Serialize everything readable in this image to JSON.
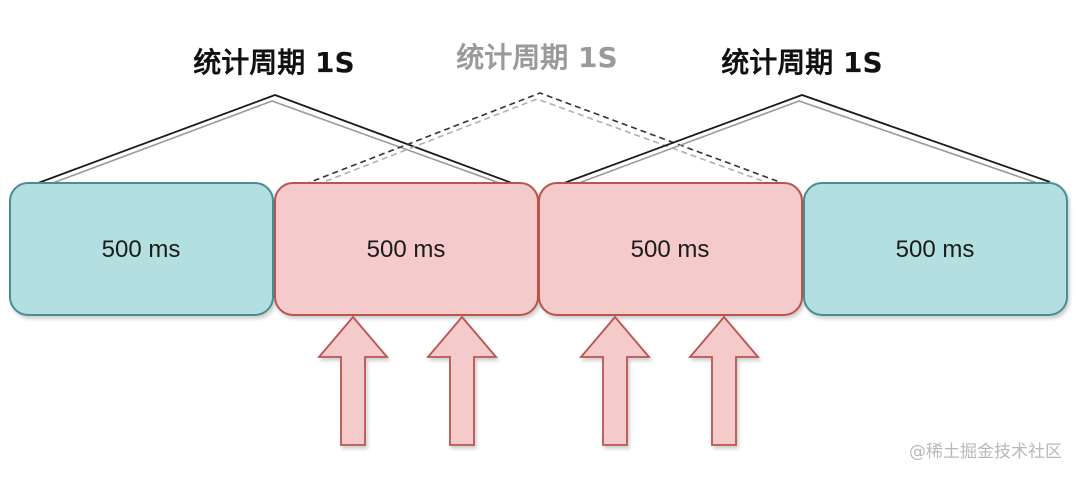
{
  "segments": [
    {
      "label": "500 ms",
      "color": "teal"
    },
    {
      "label": "500 ms",
      "color": "pink"
    },
    {
      "label": "500 ms",
      "color": "pink"
    },
    {
      "label": "500 ms",
      "color": "teal"
    }
  ],
  "periods": [
    {
      "label": "统计周期 1S",
      "style": "solid"
    },
    {
      "label": "统计周期 1S",
      "style": "dashed"
    },
    {
      "label": "统计周期 1S",
      "style": "solid"
    }
  ],
  "arrows": {
    "count": 4,
    "direction": "up"
  },
  "watermark": "@稀土掘金技术社区",
  "colors": {
    "teal_fill": "#b3dfe0",
    "teal_stroke": "#4a8c94",
    "pink_fill": "#f4caca",
    "pink_stroke": "#b85450",
    "period_solid": "#111111",
    "period_dashed": "#9a9a9a",
    "arrow_fill": "#f4caca",
    "arrow_stroke": "#b85450"
  }
}
